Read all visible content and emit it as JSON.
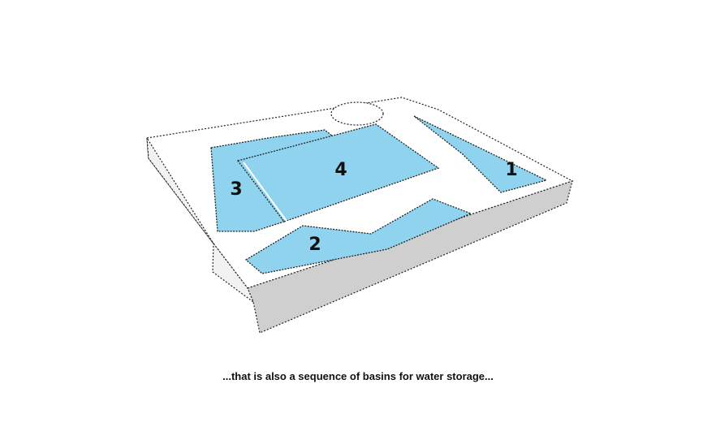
{
  "diagram": {
    "basins": [
      {
        "label": "1"
      },
      {
        "label": "2"
      },
      {
        "label": "3"
      },
      {
        "label": "4"
      }
    ],
    "colors": {
      "water": "#8fd3ef",
      "slab_side": "#cfcfcf",
      "outline": "#222222"
    }
  },
  "caption": "...that is also a sequence of basins for water storage..."
}
